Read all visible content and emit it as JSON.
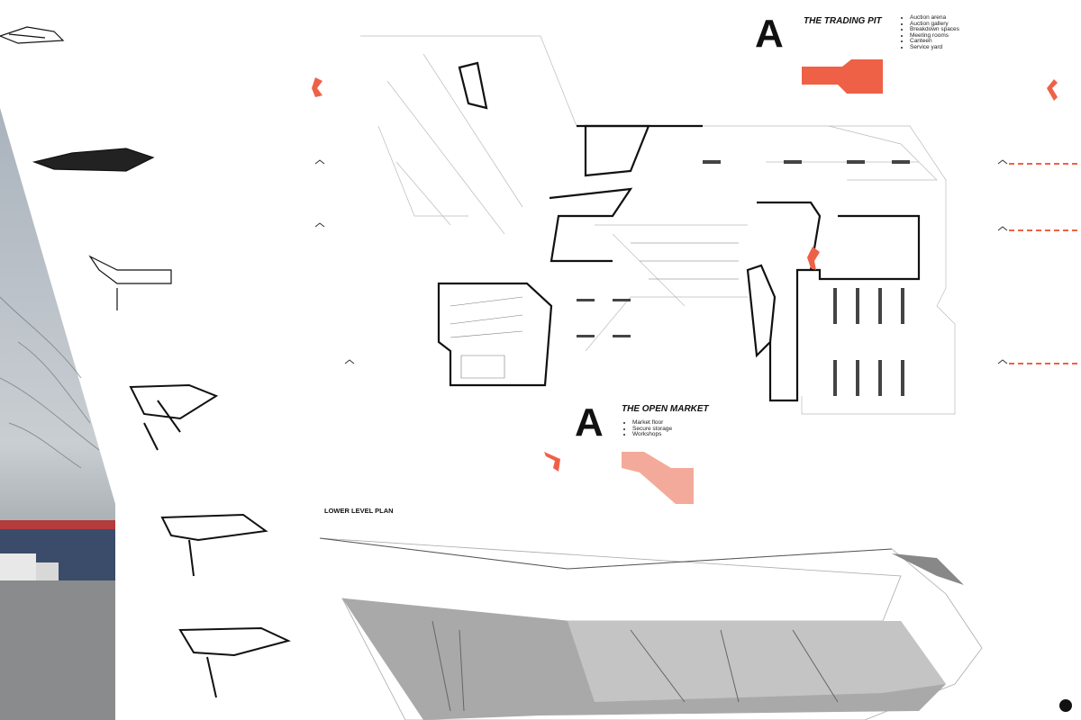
{
  "trading_pit": {
    "letter": "A",
    "title": "THE TRADING PIT",
    "items": [
      "Auction arena",
      "Auction gallery",
      "Breakdown spaces",
      "Meeting rooms",
      "Canteen",
      "Service yard"
    ]
  },
  "open_market": {
    "letter": "A",
    "title": "THE OPEN MARKET",
    "items": [
      "Market floor",
      "Secure storage",
      "Workshops"
    ]
  },
  "plan_label": "LOWER LEVEL PLAN",
  "colors": {
    "accent": "#ee6147",
    "accent_light": "#f4aa9a",
    "section_gray": "#a9a9a9"
  }
}
